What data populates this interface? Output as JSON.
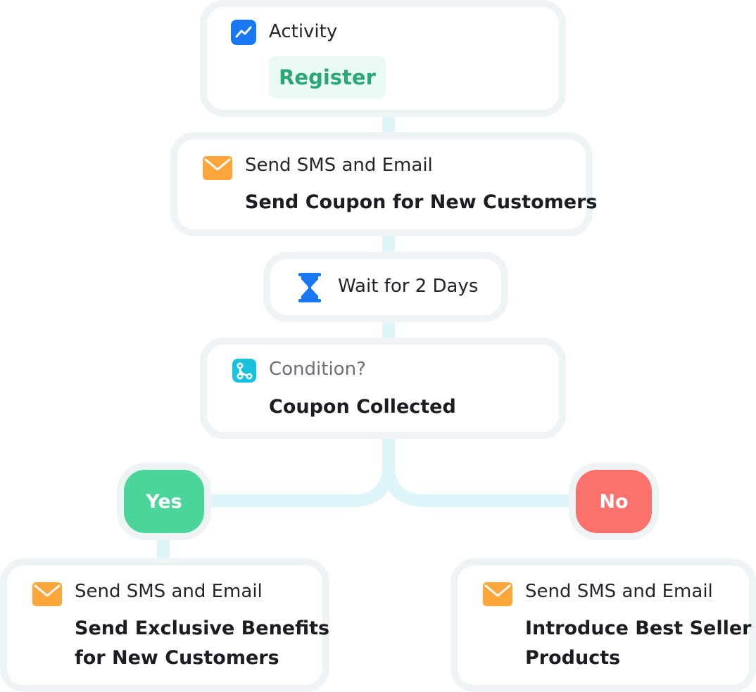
{
  "activity": {
    "label": "Activity",
    "value": "Register",
    "icon": "trend-chart-icon",
    "badge_bg": "#e8faf3",
    "badge_color": "#2aa775"
  },
  "send_coupon": {
    "label": "Send SMS and Email",
    "title": "Send Coupon for New Customers",
    "icon": "envelope-icon"
  },
  "wait": {
    "label": "Wait for 2 Days",
    "icon": "hourglass-icon"
  },
  "condition": {
    "label": "Condition?",
    "title": "Coupon Collected",
    "icon": "branch-icon"
  },
  "branches": {
    "yes": {
      "label": "Yes",
      "color": "#4cd59b"
    },
    "no": {
      "label": "No",
      "color": "#fb726c"
    }
  },
  "yes_action": {
    "label": "Send SMS and Email",
    "title_line1": "Send Exclusive Benefits",
    "title_line2": "for New Customers",
    "icon": "envelope-icon"
  },
  "no_action": {
    "label": "Send SMS and Email",
    "title_line1": "Introduce Best Seller",
    "title_line2": "Products",
    "icon": "envelope-icon"
  },
  "colors": {
    "card_border": "#eef3f6",
    "connector": "#dff5fa",
    "envelope": "#fca53a",
    "activity_icon": "#1877f2",
    "hourglass": "#1877f2",
    "branch_icon": "#18c2de"
  }
}
